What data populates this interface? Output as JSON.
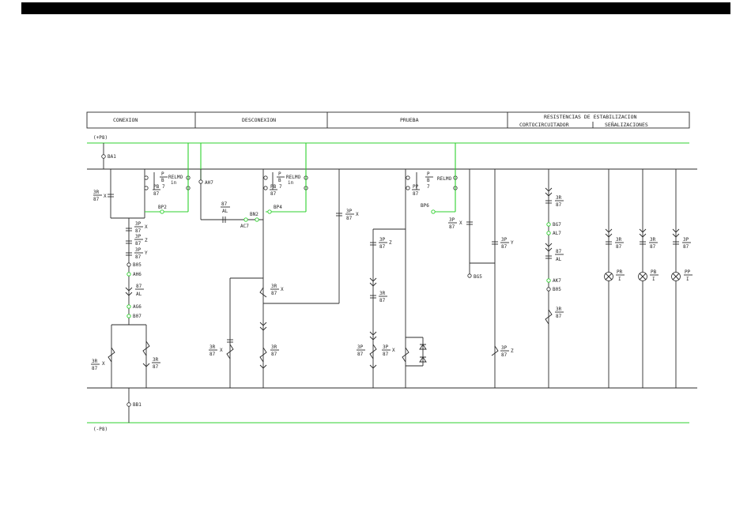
{
  "header": {
    "conexion": "CONEXION",
    "desconexion": "DESCONEXION",
    "prueba": "PRUEBA",
    "resistencias": "RESISTENCIAS DE ESTABILIZACION",
    "cortocircuitador": "CORTOCIRCUITADOR",
    "senalizaciones": "SEÑALIZACIONES"
  },
  "buses": {
    "plus": "(+P8)",
    "minus": "(-P8)"
  },
  "terminals": {
    "ba1": "BA1",
    "bp2": "BP2",
    "ah7": "AH7",
    "ac7": "AC7",
    "bn2": "BN2",
    "bp4": "BP4",
    "bp6": "BP6",
    "bg5": "BG5",
    "bg7": "BG7",
    "al7": "AL7",
    "ak7": "AK7",
    "b05_r": "B05",
    "b05": "B05",
    "ah6": "AH6",
    "ag6": "AG6",
    "b07": "B07",
    "bb1": "BB1"
  },
  "labels": {
    "p": "P",
    "b": "B",
    "seven": "7",
    "relmo": "RELMO",
    "in": "in",
    "pb": "PB",
    "pp": "PP",
    "fraction_bottom": "87",
    "t3r": "3R",
    "t3p": "3P",
    "tal": "AL",
    "tpr": "PR",
    "tpb": "PB",
    "tpp": "PP",
    "bar": "I",
    "x": "X",
    "y": "Y",
    "z": "Z"
  },
  "colors": {
    "bus": "#2fd02f",
    "wire": "#2b2b2b",
    "banner": "#000000"
  }
}
